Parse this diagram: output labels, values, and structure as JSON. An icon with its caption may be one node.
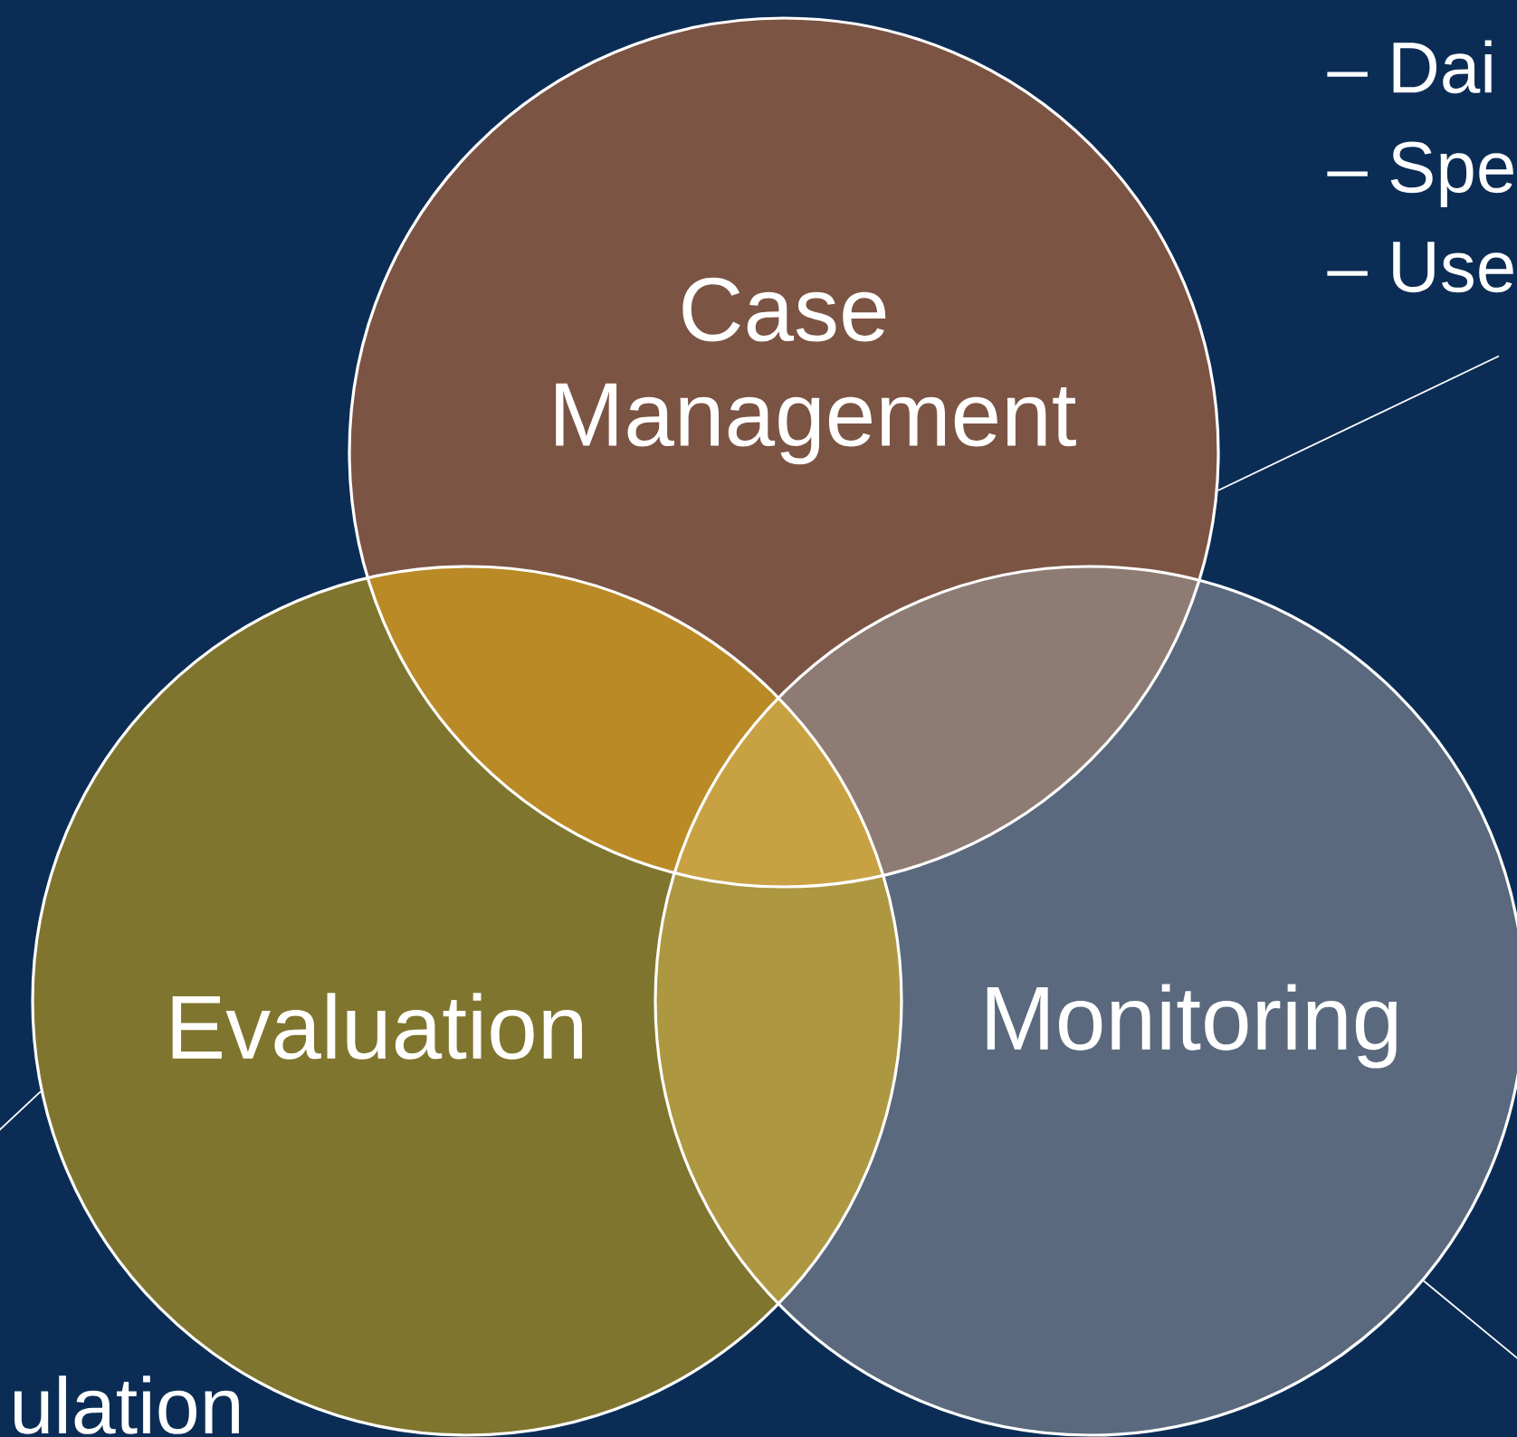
{
  "diagram": {
    "nodes": [
      {
        "text": [
          "Case Management"
        ]
      },
      {
        "text": [
          "Evaluation"
        ]
      },
      {
        "text": [
          "Monitoring"
        ]
      },
      {
        "text": [
          "– Dai",
          "– Spe",
          "– Use"
        ]
      }
    ],
    "edges": [
      {
        "from": 3,
        "to": 0,
        "arrow": "none"
      },
      {
        "from": null,
        "to": 1,
        "arrow": "none"
      },
      {
        "from": null,
        "to": 2,
        "arrow": "none"
      }
    ],
    "labels": [
      "ulation"
    ]
  }
}
